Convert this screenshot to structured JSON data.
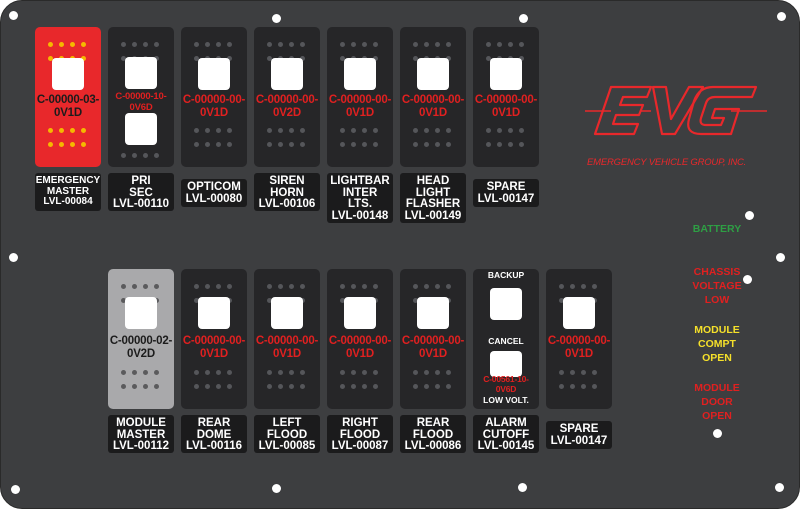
{
  "colors": {
    "panel": "#3d3e40",
    "accent_red": "#e8282b",
    "battery": "#2e9e44",
    "chassis": "#e02020",
    "module_compt": "#f5e02a",
    "module_door": "#e02020"
  },
  "logo": {
    "text": "EVG",
    "subtitle": "EMERGENCY VEHICLE GROUP, INC."
  },
  "top_row": [
    {
      "code": "C-00000-03-\n0V1D",
      "label": "EMERGENCY\nMASTER\nLVL-00084",
      "style": "red"
    },
    {
      "code": "C-00000-10-\n0V6D",
      "label": "PRI\nSEC\nLVL-00110",
      "style": "dual"
    },
    {
      "code": "C-00000-00-\n0V1D",
      "label": "OPTICOM\nLVL-00080",
      "style": "dark"
    },
    {
      "code": "C-00000-00-\n0V2D",
      "label": "SIREN\nHORN\nLVL-00106",
      "style": "dark"
    },
    {
      "code": "C-00000-00-\n0V1D",
      "label": "LIGHTBAR\nINTER\nLTS.\nLVL-00148",
      "style": "dark"
    },
    {
      "code": "C-00000-00-\n0V1D",
      "label": "HEAD\nLIGHT\nFLASHER\nLVL-00149",
      "style": "dark"
    },
    {
      "code": "C-00000-00-\n0V1D",
      "label": "SPARE\nLVL-00147",
      "style": "dark"
    }
  ],
  "bottom_row": [
    {
      "code": "C-00000-02-\n0V2D",
      "label": "MODULE\nMASTER\nLVL-00112",
      "style": "grey"
    },
    {
      "code": "C-00000-00-\n0V1D",
      "label": "REAR\nDOME\nLVL-00116",
      "style": "dark"
    },
    {
      "code": "C-00000-00-\n0V1D",
      "label": "LEFT\nFLOOD\nLVL-00085",
      "style": "dark"
    },
    {
      "code": "C-00000-00-\n0V1D",
      "label": "RIGHT\nFLOOD\nLVL-00087",
      "style": "dark"
    },
    {
      "code": "C-00000-00-\n0V1D",
      "label": "REAR\nFLOOD\nLVL-00086",
      "style": "dark"
    },
    {
      "code": "C-00561-10-\n0V6D",
      "label": "ALARM\nCUTOFF\nLVL-00145",
      "style": "alarm",
      "upper_text": "BACKUP",
      "middle_text": "CANCEL",
      "lower_text": "LOW VOLT."
    },
    {
      "code": "C-00000-00-\n0V1D",
      "label": "SPARE\nLVL-00147",
      "style": "dark"
    }
  ],
  "status": [
    {
      "text": "BATTERY",
      "color": "#2e9e44"
    },
    {
      "text": "CHASSIS\nVOLTAGE\nLOW",
      "color": "#e02020"
    },
    {
      "text": "MODULE\nCOMPT\nOPEN",
      "color": "#f5e02a"
    },
    {
      "text": "MODULE\nDOOR\nOPEN",
      "color": "#e02020"
    }
  ]
}
